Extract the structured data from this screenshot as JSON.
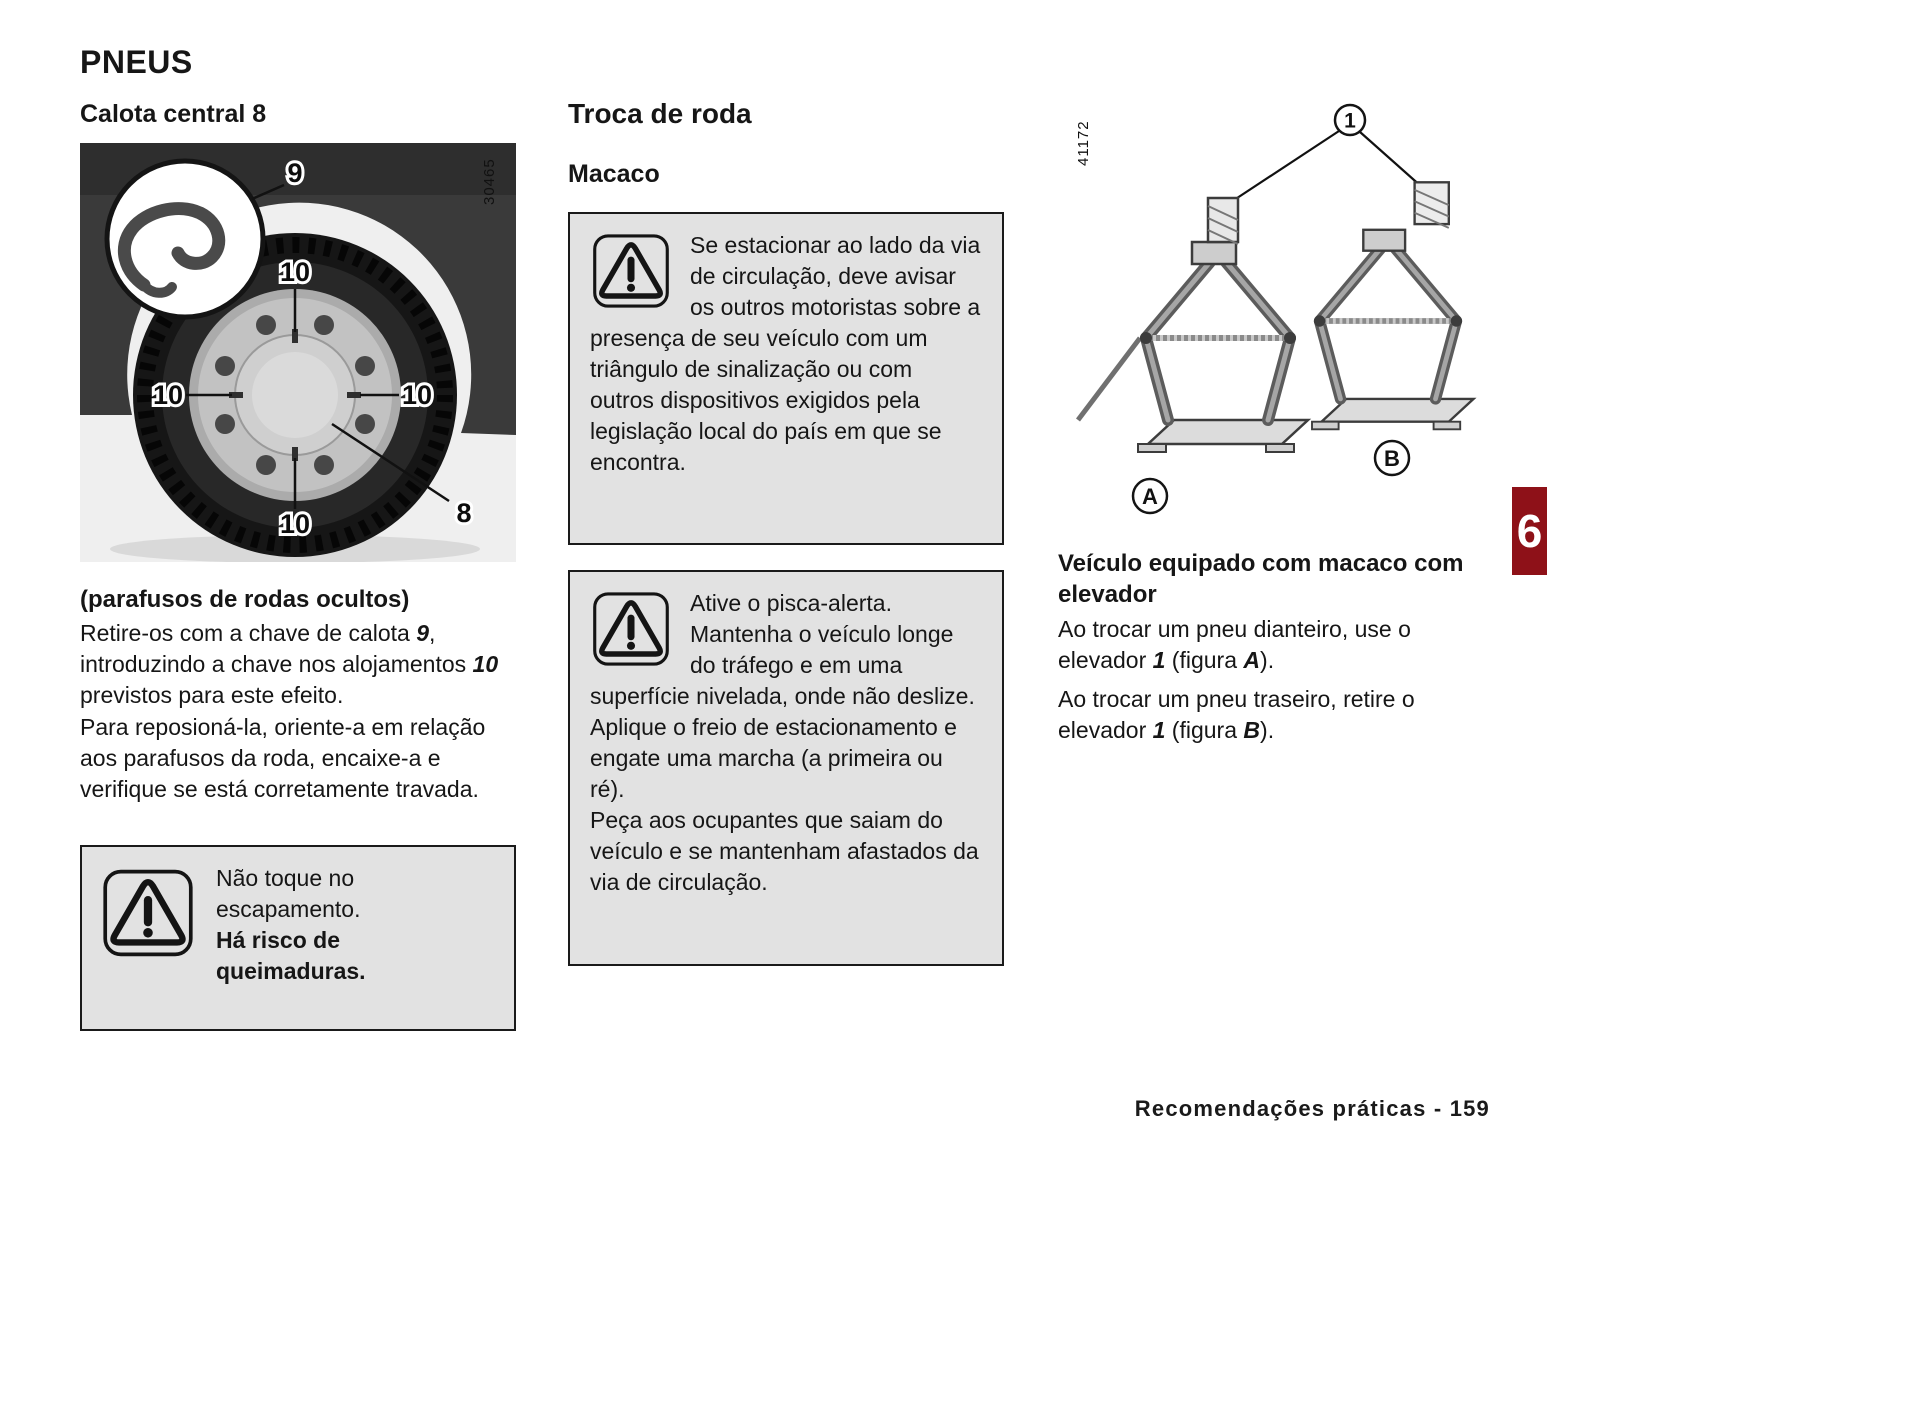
{
  "page": {
    "title": "PNEUS",
    "chapter_number": "6",
    "footer": "Recomendações práticas - 159"
  },
  "left_column": {
    "heading": "Calota central 8",
    "figure": {
      "code": "30465",
      "callout_tool": "9",
      "callout_slot_top": "10",
      "callout_slot_left": "10",
      "callout_slot_right": "10",
      "callout_slot_bottom": "10",
      "callout_cap": "8"
    },
    "subheading": "(parafusos de rodas ocultos)",
    "para1": {
      "s0": "Retire-os com a chave de calota ",
      "s1": "9",
      "s2": ", introduzindo a chave nos alojamentos ",
      "s3": "10",
      "s4": " previstos para este efeito."
    },
    "para2": "Para reposioná-la, oriente-a em relação aos parafusos da roda, encaixe-a e verifique se está corretamente travada.",
    "warning": {
      "line1": "Não toque no escapamento.",
      "line2": "Há risco de queimaduras."
    }
  },
  "middle_column": {
    "heading": "Troca de roda",
    "subheading": "Macaco",
    "warning1": "Se estacionar ao lado da via de circulação, deve avisar os outros motoristas sobre a presença de seu veículo com um triângulo de sinalização ou com outros dispositivos exigidos pela legislação local do país em que se encontra.",
    "warning2": {
      "para1": "Ative o pisca-alerta. Mantenha o veículo longe do tráfego e em uma superfície nivelada, onde não deslize.",
      "para2": "Aplique o freio de estacionamento e engate uma marcha (a primeira ou ré).",
      "para3": "Peça aos ocupantes que saiam do veículo e se mantenham afastados da via de circulação."
    }
  },
  "right_column": {
    "figure": {
      "code": "41172",
      "callout": "1",
      "label_a": "A",
      "label_b": "B"
    },
    "heading": "Veículo equipado com macaco com elevador",
    "para1": {
      "s0": "Ao trocar um pneu dianteiro, use o elevador ",
      "s1": "1",
      "s2": " (figura ",
      "s3": "A",
      "s4": ")."
    },
    "para2": {
      "s0": "Ao trocar um pneu traseiro, retire o elevador ",
      "s1": "1",
      "s2": " (figura ",
      "s3": "B",
      "s4": ")."
    }
  }
}
